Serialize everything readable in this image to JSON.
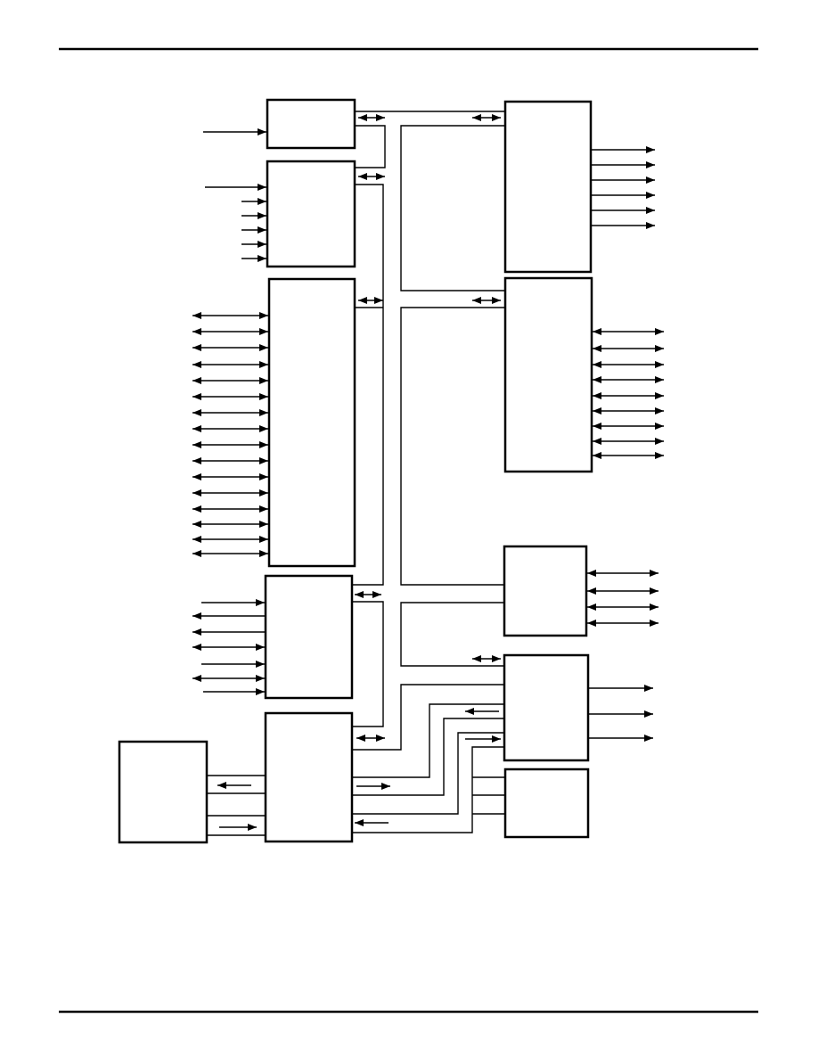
{
  "colors": {
    "line": "#000000",
    "background": "#ffffff"
  },
  "diagram": {
    "type": "block-diagram",
    "blocks": [
      "top-left-block",
      "input-block",
      "bidirectional-io-block",
      "mixed-io-block",
      "bridge-block",
      "external-block",
      "top-right-output-block",
      "right-bidirectional-block",
      "right-small-io-block",
      "right-output-block",
      "bottom-right-block"
    ]
  }
}
